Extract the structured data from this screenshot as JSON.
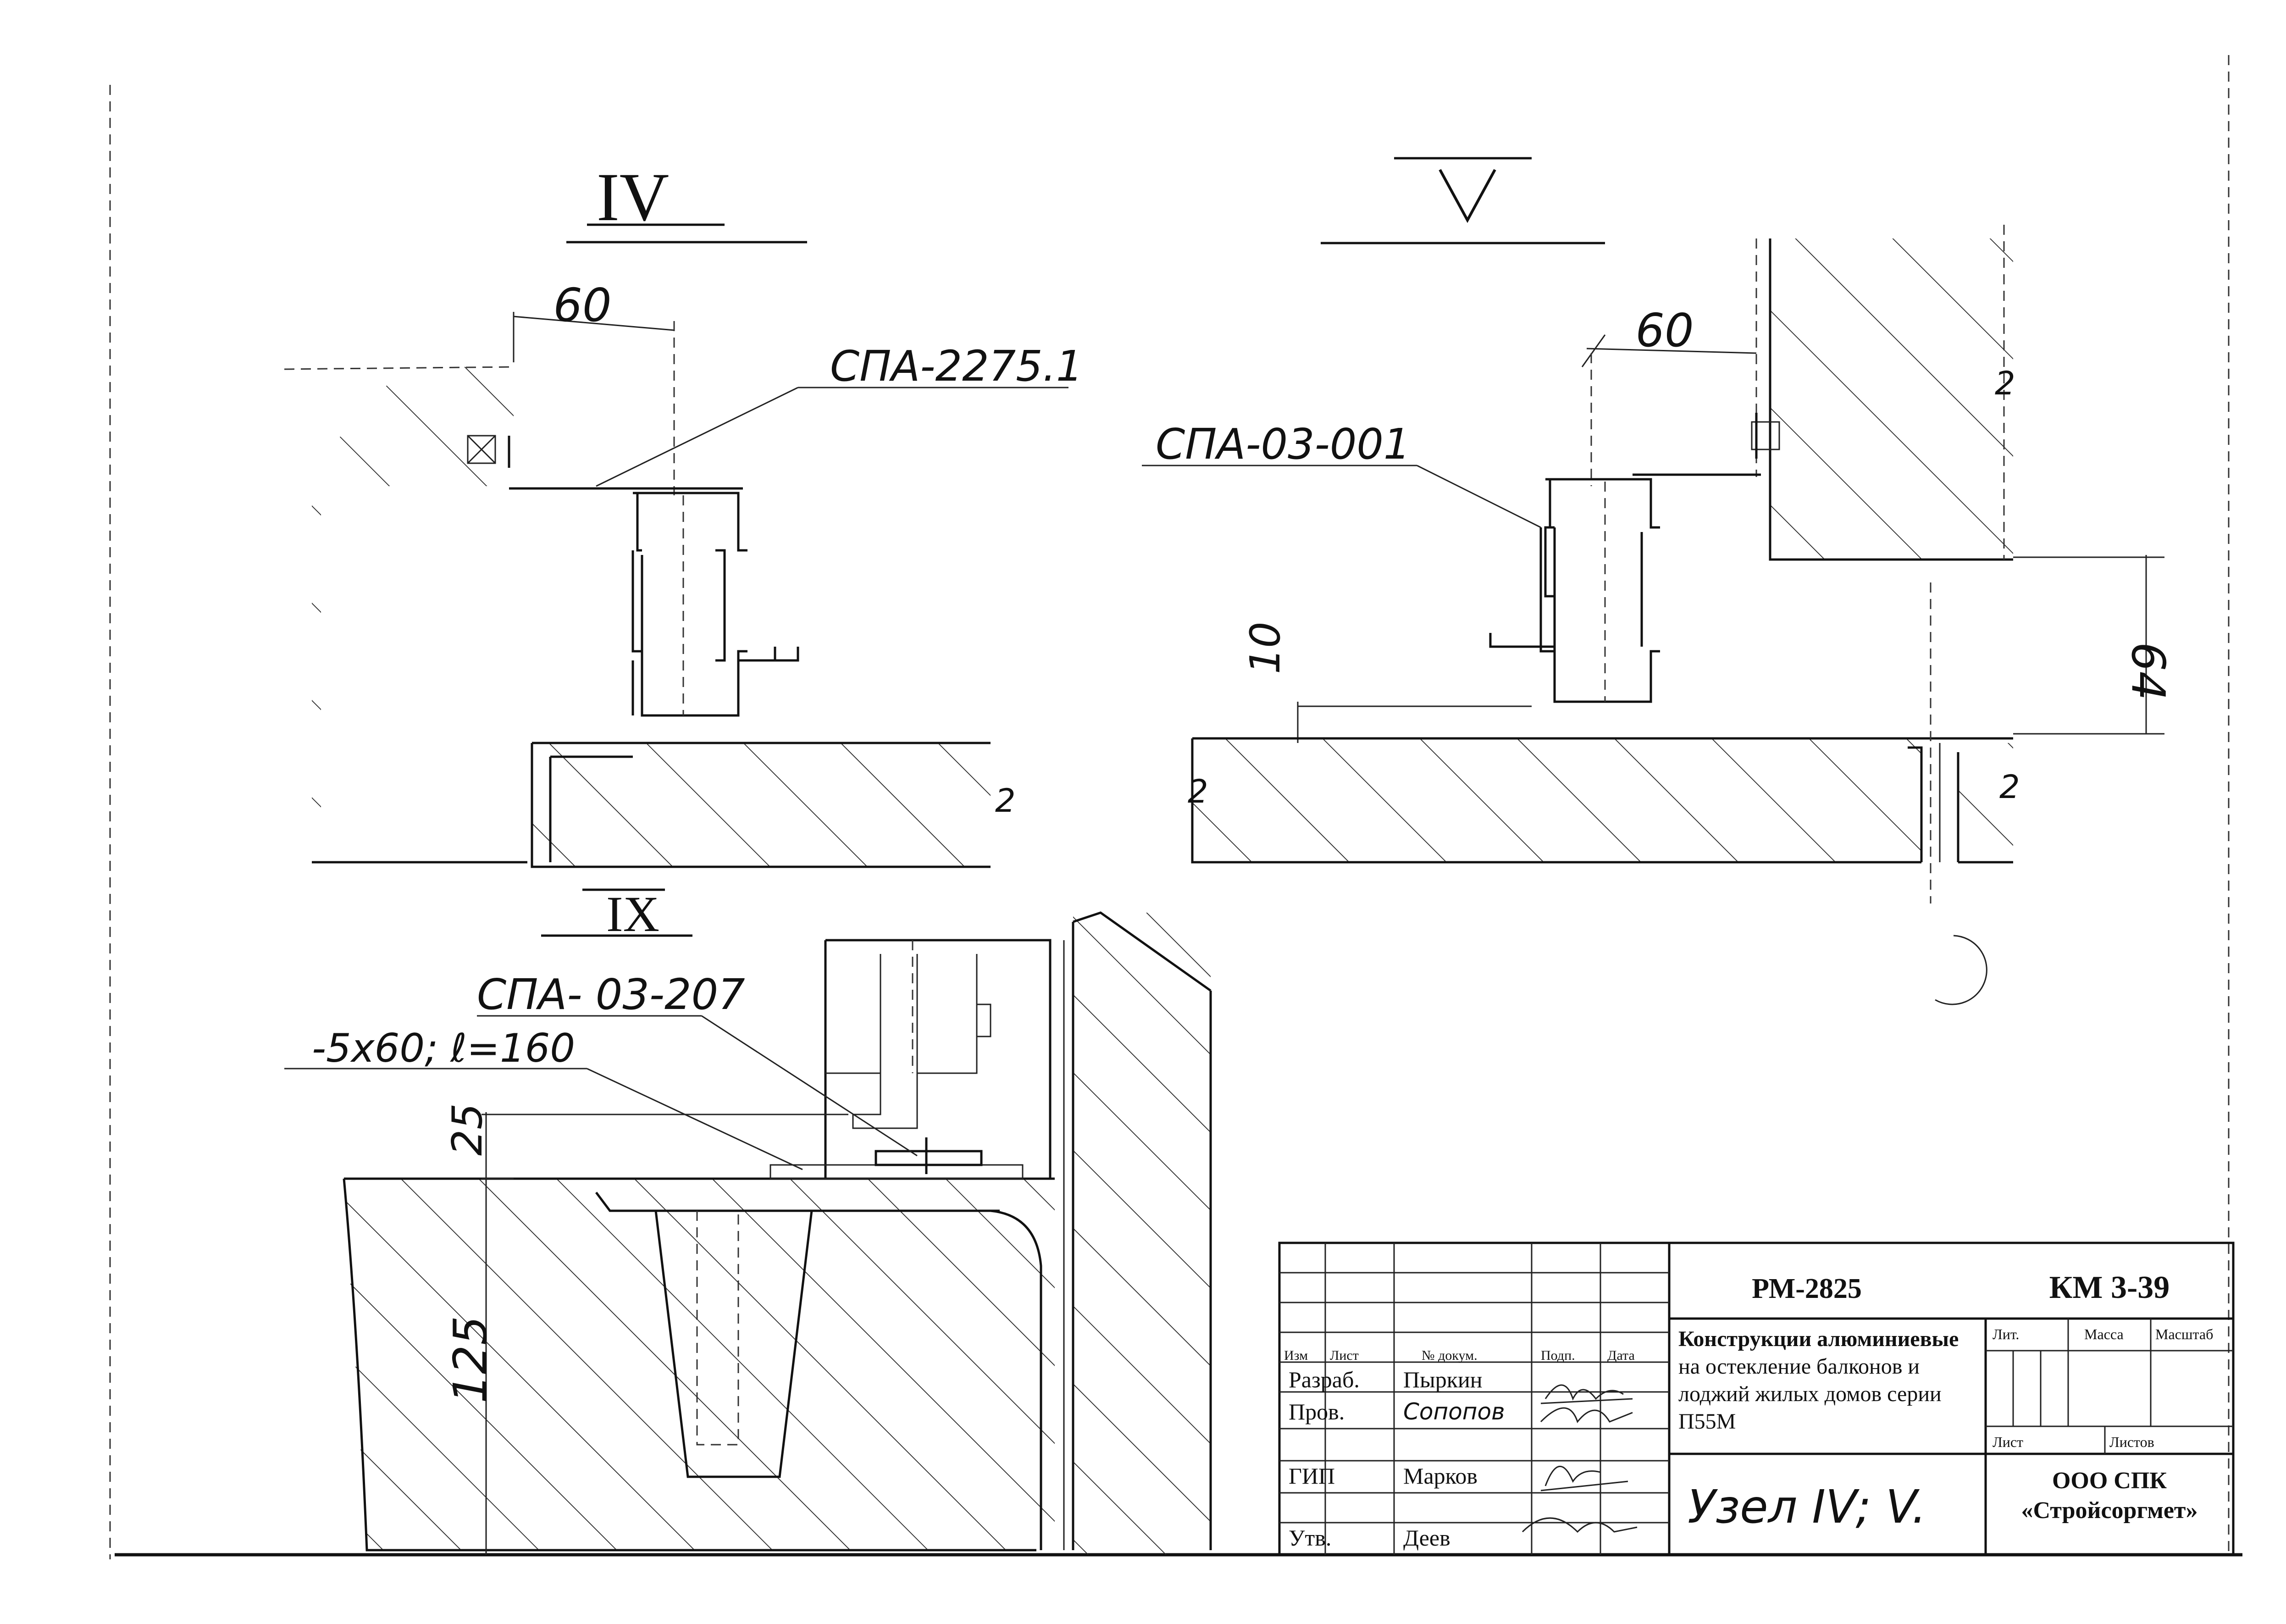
{
  "details": {
    "iv": {
      "roman": "IV",
      "dim_60": "60",
      "profile": "СПА-2275.1"
    },
    "v": {
      "roman": "V",
      "dim_60": "60",
      "profile": "СПА-03-001",
      "dim_10": "10",
      "dim_64": "64"
    },
    "ix": {
      "roman": "IX",
      "profile": "СПА- 03-207",
      "plate": "-5x60; ℓ=160",
      "dim_25": "25",
      "dim_125": "125"
    }
  },
  "title_block": {
    "doc_code": "РМ-2825",
    "sheet_code": "КМ 3-39",
    "title": [
      "Конструкции алюминиевые",
      "на остекление балконов и",
      "лоджий жилых домов серии",
      "П55М"
    ],
    "node": "Узел IV; V.",
    "org": [
      "ООО СПК",
      "«Стройсоргмет»"
    ],
    "header": {
      "izm": "Изм",
      "list": "Лист",
      "doc": "№ докум.",
      "sign": "Подп.",
      "date": "Дата"
    },
    "rows": [
      {
        "role": "Разраб.",
        "name": "Пыркин"
      },
      {
        "role": "Пров.",
        "name": "Сопопов"
      },
      {
        "role": "ГИП",
        "name": "Марков"
      },
      {
        "role": "Утв.",
        "name": "Деев"
      }
    ],
    "lit": "Лит.",
    "mass": "Масса",
    "scale": "Масштаб",
    "sheet": "Лист",
    "sheets": "Листов"
  }
}
